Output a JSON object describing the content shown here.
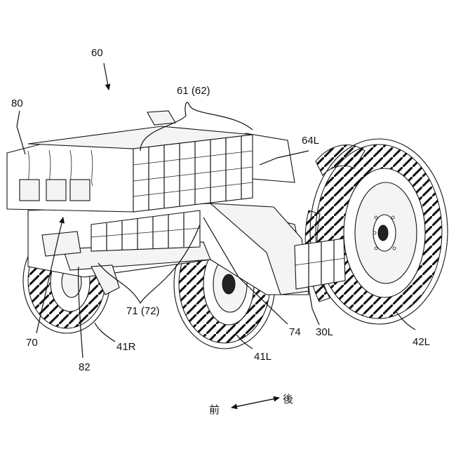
{
  "labels": {
    "l60": "60",
    "l61": "61 (62)",
    "l80": "80",
    "l64L": "64L",
    "l70": "70",
    "l71": "71 (72)",
    "l74": "74",
    "l30L": "30L",
    "l42L": "42L",
    "l41R": "41R",
    "l41L": "41L",
    "l82": "82"
  },
  "direction": {
    "front": "前",
    "rear": "後"
  }
}
